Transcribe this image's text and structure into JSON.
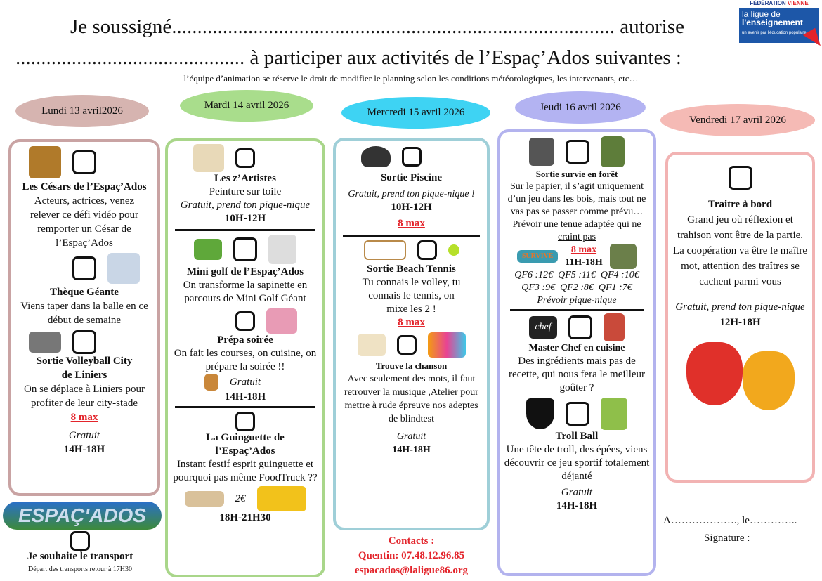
{
  "header": {
    "line1": "Je soussigné....................................................................................... autorise",
    "line2": "............................................. à participer aux activités de l’Espaç’Ados suivantes :",
    "note": "l’équipe d’animation se réserve le droit de modifier le planning selon les conditions météorologiques, les intervenants, etc…",
    "logo": {
      "fed": "FÉDÉRATION",
      "fed_region": "VIENNE",
      "name1": "la ligue de",
      "name2": "l'enseignement",
      "tagline": "un avenir par l'éducation populaire"
    }
  },
  "colors": {
    "lundi": "#d6b4b0",
    "mardi": "#a9dd8c",
    "mercredi": "#3ed3f3",
    "jeudi": "#b3b3f2",
    "vendredi": "#f5bab5",
    "red": "#e3242b"
  },
  "days": [
    {
      "label": "Lundi 13 avril2026",
      "activities": [
        {
          "title": "Les Césars de l’Espaç’Ados",
          "desc": "Acteurs, actrices, venez relever ce défi vidéo pour remporter un César de l’Espaç’Ados"
        },
        {
          "title": "Thèque Géante",
          "desc": "Viens taper dans la balle en ce début de semaine"
        },
        {
          "title": "Sortie Volleyball City de Liniers",
          "desc": "On se déplace à Liniers pour profiter de leur city-stade",
          "max": "8 max",
          "price": "Gratuit",
          "time": "14H-18H"
        }
      ]
    },
    {
      "label": "Mardi 14 avril 2026",
      "activities": [
        {
          "title": "Les z’Artistes",
          "desc": "Peinture sur toile",
          "price": "Gratuit, prend ton pique-nique",
          "time": "10H-12H"
        },
        {
          "title": "Mini golf de l’Espaç’Ados",
          "desc": "On transforme la sapinette en parcours de Mini Golf Géant"
        },
        {
          "title": "Prépa soirée",
          "desc": "On fait les courses, on cuisine, on prépare la soirée !!",
          "price": "Gratuit",
          "time": "14H-18H"
        },
        {
          "title": "La Guinguette de l’Espaç’Ados",
          "desc": "Instant festif esprit guinguette et pourquoi pas même FoodTruck ??",
          "price": "2€",
          "time": "18H-21H30"
        }
      ]
    },
    {
      "label": "Mercredi 15 avril 2026",
      "activities": [
        {
          "title": "Sortie Piscine",
          "price": "Gratuit, prend ton pique-nique !",
          "time": "10H-12H",
          "max": "8 max"
        },
        {
          "title": "Sortie Beach Tennis",
          "desc": "Tu connais le volley, tu connais le tennis, on mixe les 2 !",
          "max": "8 max"
        },
        {
          "title": "Trouve la chanson",
          "desc": "Avec seulement des mots, il faut retrouver la musique ,Atelier pour mettre à rude épreuve nos adeptes de blindtest",
          "price": "Gratuit",
          "time": "14H-18H"
        }
      ]
    },
    {
      "label": "Jeudi 16 avril 2026",
      "activities": [
        {
          "title": "Sortie survie en forêt",
          "desc": "Sur le papier, il s’agit uniquement d’un jeu dans les bois, mais tout ne vas pas se passer comme prévu…",
          "note": "Prévoir une tenue adaptée qui ne craint pas",
          "max": "8 max",
          "time": "11H-18H",
          "prices1": "QF6 :12€  QF5 :11€  QF4 :10€",
          "prices2": "QF3 :9€  QF2 :8€  QF1 :7€",
          "extra": "Prévoir pique-nique",
          "badge": "SURVIVE"
        },
        {
          "title": "Master Chef en cuisine",
          "desc": "Des ingrédients mais pas de recette, qui nous fera le meilleur goûter ?",
          "badge": "chef"
        },
        {
          "title": "Troll Ball",
          "desc": "Une tête de troll, des épées, viens découvrir ce jeu sportif totalement déjanté",
          "price": "Gratuit",
          "time": "14H-18H"
        }
      ]
    },
    {
      "label": "Vendredi 17 avril 2026",
      "activities": [
        {
          "title": "Traitre à bord",
          "desc": "Grand jeu où réflexion et trahison vont être de la partie.",
          "desc2": "La coopération va être le maître mot, attention des traîtres se cachent parmi vous",
          "price": "Gratuit, prend ton pique-nique",
          "time": "12H-18H"
        }
      ]
    }
  ],
  "footer": {
    "logo_text": "ESPAÇ'ADOS",
    "transport": "Je souhaite le transport",
    "transport_note": "Départ des transports retour à 17H30",
    "contacts_label": "Contacts :",
    "contact_phone": "Quentin: 07.48.12.96.85",
    "contact_email": "espacados@laligue86.org",
    "date_line": "A………………., le…………..",
    "signature": "Signature :"
  }
}
